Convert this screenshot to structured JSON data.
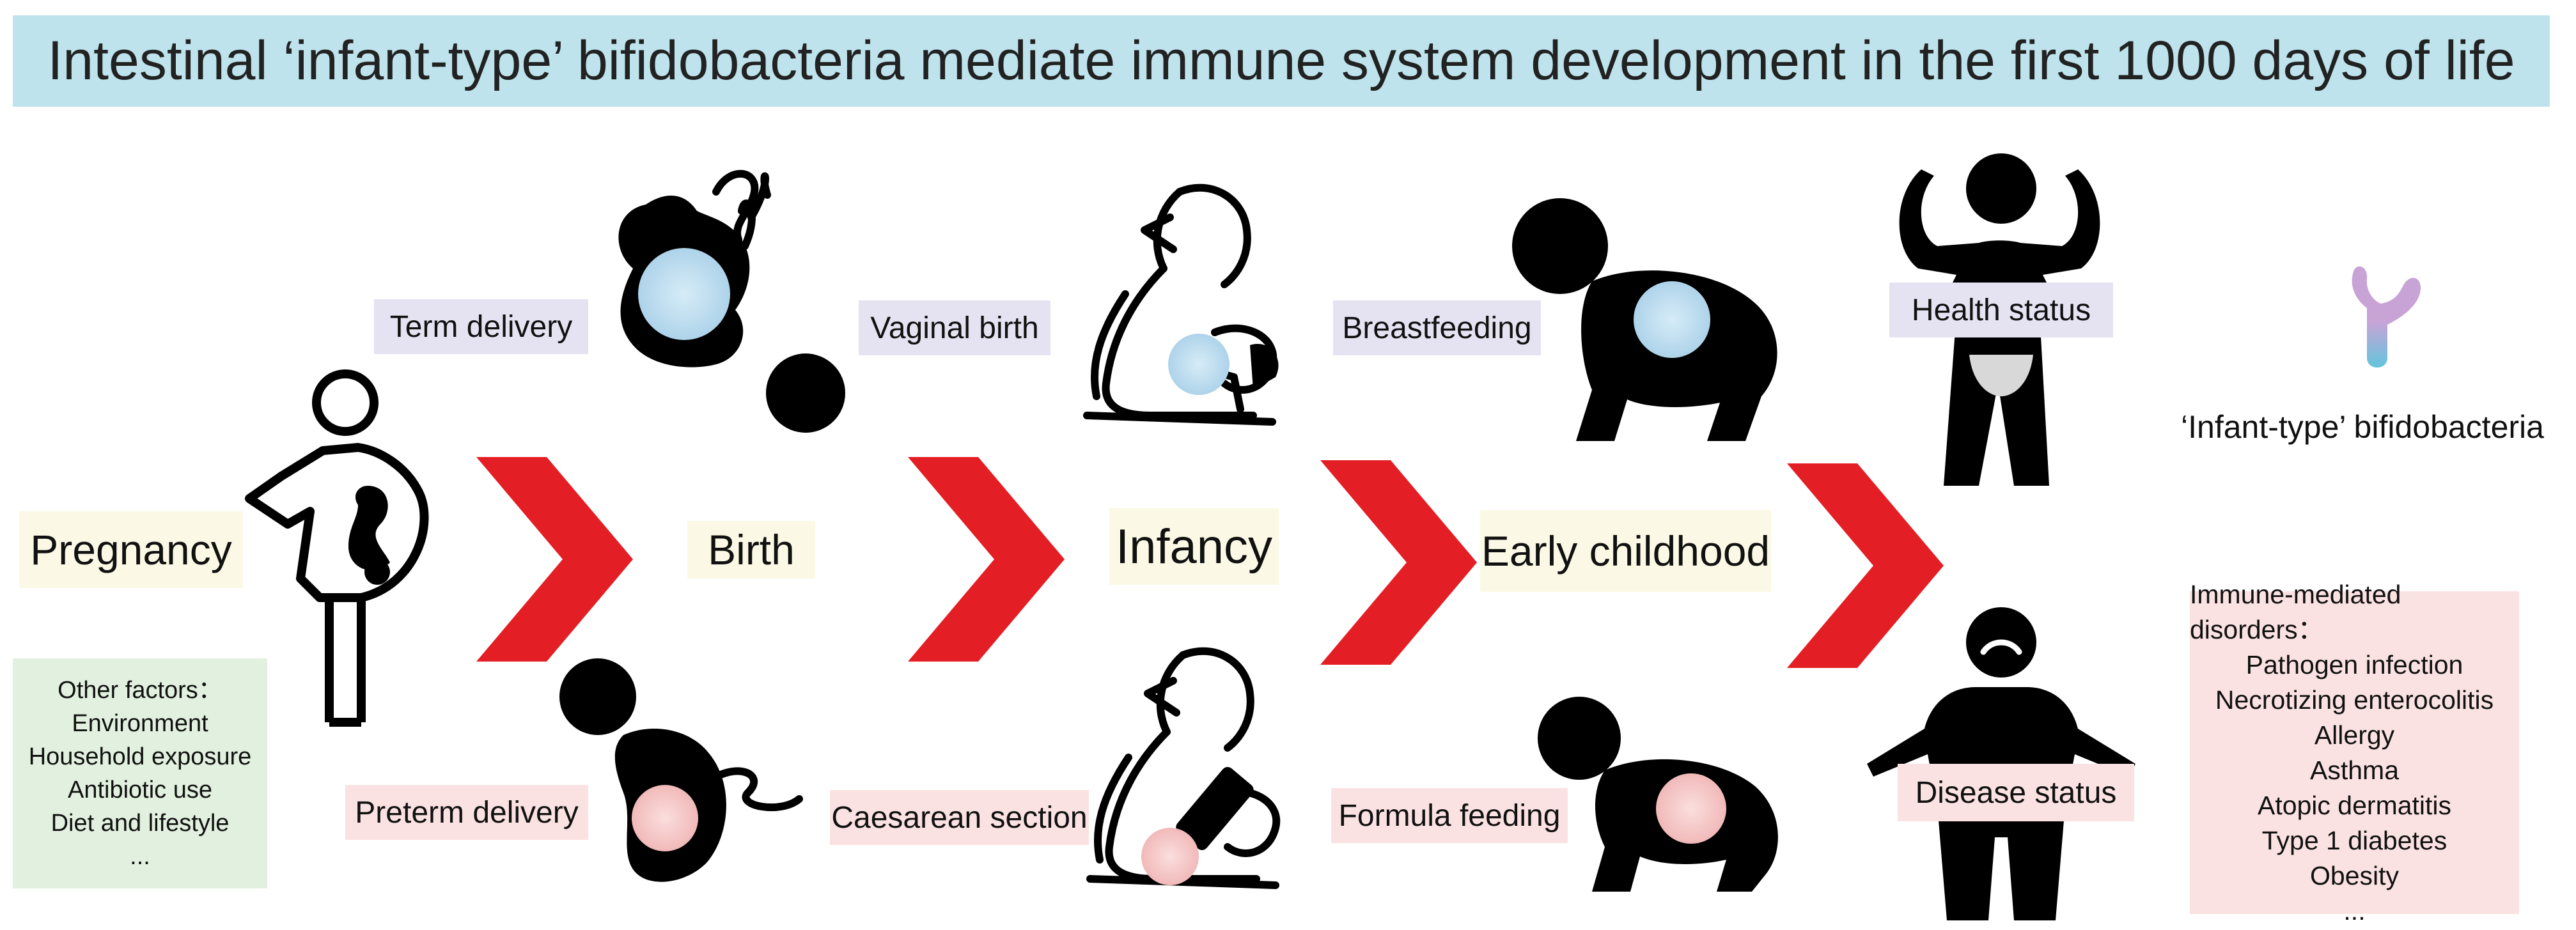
{
  "title": "Intestinal ‘infant-type’ bifidobacteria mediate immune system development in the first 1000 days of life",
  "stages": {
    "pregnancy": "Pregnancy",
    "birth": "Birth",
    "infancy": "Infancy",
    "early_childhood": "Early childhood"
  },
  "labels": {
    "term_delivery": "Term delivery",
    "preterm_delivery": "Preterm delivery",
    "vaginal_birth": "Vaginal birth",
    "caesarean_section": "Caesarean section",
    "breastfeeding": "Breastfeeding",
    "formula_feeding": "Formula feeding",
    "health_status": "Health status",
    "disease_status": "Disease status"
  },
  "other_factors": {
    "heading": "Other factors：",
    "items": [
      "Environment",
      "Household exposure",
      "Antibiotic use",
      "Diet and lifestyle",
      "..."
    ]
  },
  "legend": {
    "label": "‘Infant-type’ bifidobacteria"
  },
  "disorders": {
    "heading": "Immune-mediated disorders：",
    "items": [
      "Pathogen infection",
      "Necrotizing enterocolitis",
      "Allergy",
      "Asthma",
      "Atopic dermatitis",
      "Type 1 diabetes",
      "Obesity",
      "..."
    ]
  },
  "colors": {
    "banner": "#bee3ec",
    "arrow": "#e31e24",
    "healthy_label": "#e5e3f2",
    "disease_label": "#fbe2e2",
    "stage_label": "#fbf9e5",
    "factor_box": "#e2f1df"
  }
}
